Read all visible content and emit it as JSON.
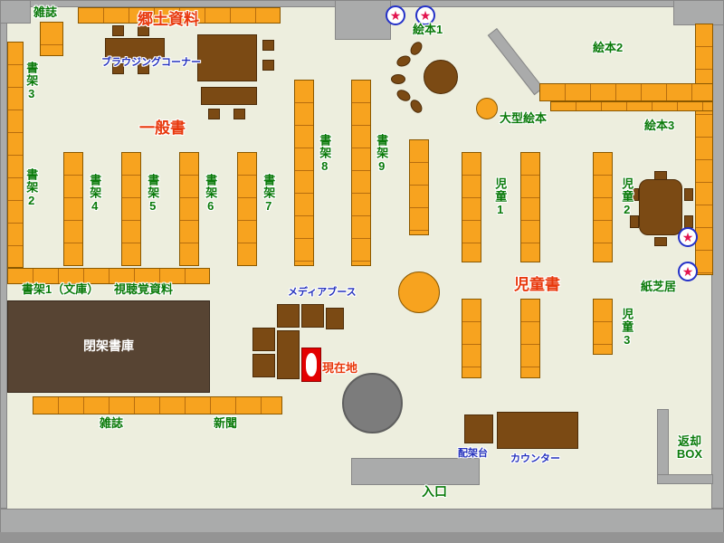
{
  "labels": {
    "magazines_top": "雑誌",
    "local_materials": "郷土資料",
    "browsing_corner": "ブラウジングコーナー",
    "shelf_3": "書架3",
    "shelf_2": "書架2",
    "general_books": "一般書",
    "shelf_4": "書架4",
    "shelf_5": "書架5",
    "shelf_6": "書架6",
    "shelf_7": "書架7",
    "shelf_8": "書架8",
    "shelf_9": "書架9",
    "picture_books_1": "絵本1",
    "picture_books_2": "絵本2",
    "picture_books_3": "絵本3",
    "large_picture_books": "大型絵本",
    "children_1": "児童1",
    "children_2": "児童2",
    "children_3": "児童3",
    "children_books": "児童書",
    "shelf_1_bunko": "書架1（文庫）",
    "audiovisual": "視聴覚資料",
    "closed_stacks": "閉架書庫",
    "media_booth": "メディアブース",
    "current_location": "現在地",
    "magazines_bottom": "雑誌",
    "newspapers": "新聞",
    "kamishibai": "紙芝居",
    "sorting_stand": "配架台",
    "counter": "カウンター",
    "return_box": "返却\nBOX",
    "entrance": "入口"
  },
  "icons": {
    "star": "★"
  },
  "colors": {
    "background": "#edeede",
    "shelf": "#f7a31f",
    "furniture": "#7b4a14",
    "closed_stacks": "#574433",
    "wall": "#aaabab",
    "label_green": "#0a7a0a",
    "label_red": "#e8380c",
    "label_blue": "#2431bd",
    "current_marker": "#e30000"
  }
}
